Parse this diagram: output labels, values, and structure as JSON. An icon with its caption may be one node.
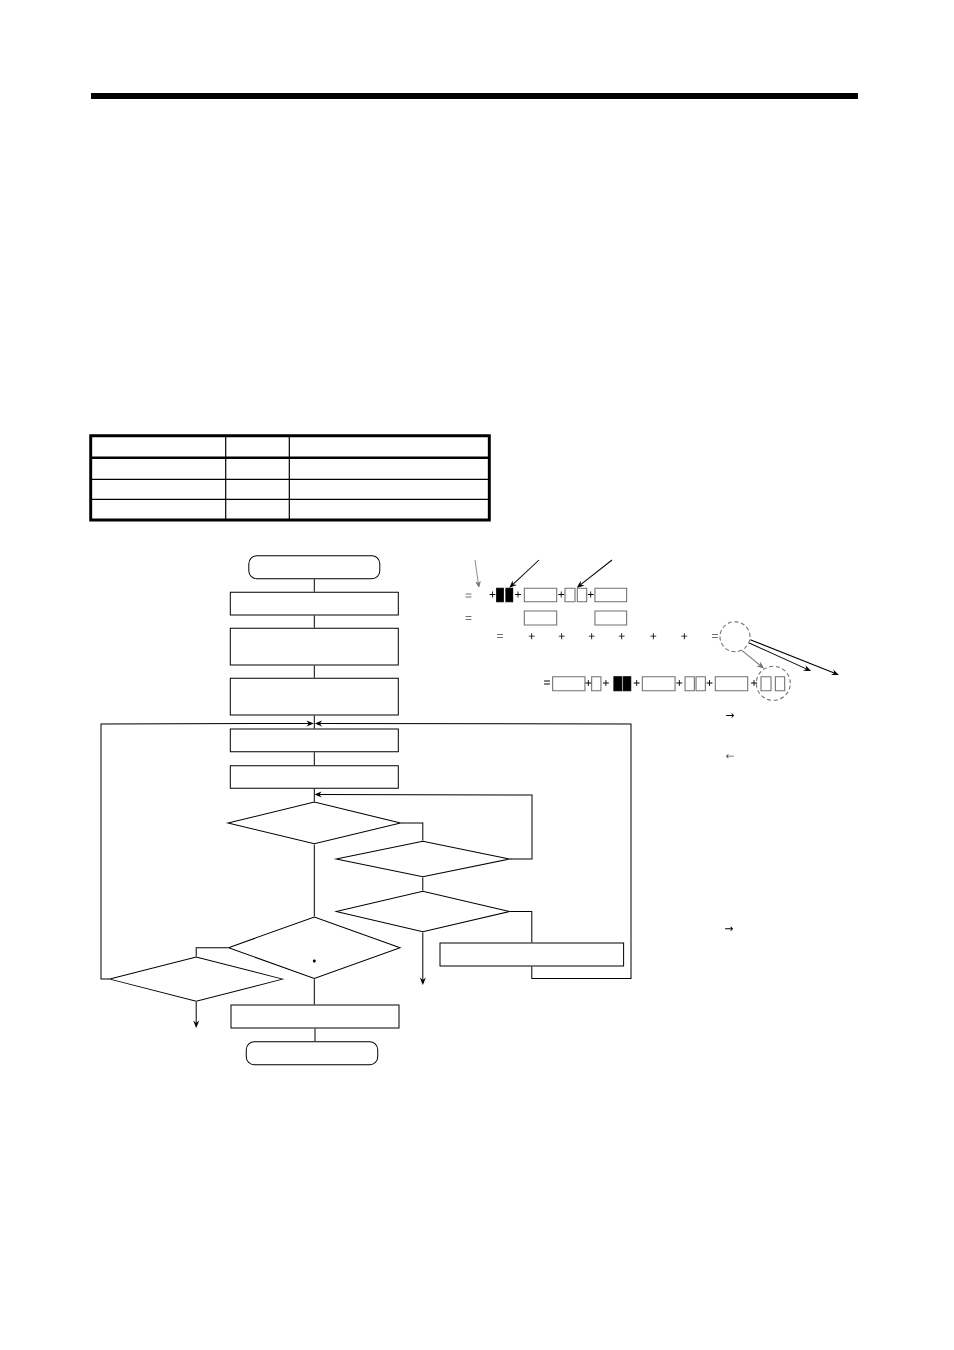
{
  "diagram": {
    "nodes": [
      {
        "text": [],
        "shape": "pill"
      },
      {
        "text": [],
        "shape": "box"
      },
      {
        "text": [],
        "shape": "box"
      },
      {
        "text": [],
        "shape": "box"
      },
      {
        "text": [],
        "shape": "box"
      },
      {
        "text": [],
        "shape": "box"
      },
      {
        "text": [],
        "shape": "diamond"
      },
      {
        "text": [],
        "shape": "diamond"
      },
      {
        "text": [],
        "shape": "diamond"
      },
      {
        "text": [],
        "shape": "diamond"
      },
      {
        "text": [],
        "shape": "diamond"
      },
      {
        "text": [],
        "shape": "box"
      },
      {
        "text": [],
        "shape": "box"
      },
      {
        "text": [],
        "shape": "pill"
      },
      {
        "text": [],
        "shape": "bar"
      },
      {
        "text": [],
        "shape": "bar"
      },
      {
        "text": [],
        "shape": "box"
      },
      {
        "text": [],
        "shape": "box"
      },
      {
        "text": [],
        "shape": "box"
      },
      {
        "text": [],
        "shape": "box"
      },
      {
        "text": [],
        "shape": "box"
      },
      {
        "text": [],
        "shape": "box"
      },
      {
        "text": [],
        "shape": "circle"
      },
      {
        "text": [],
        "shape": "box"
      },
      {
        "text": [],
        "shape": "box"
      },
      {
        "text": [],
        "shape": "bar"
      },
      {
        "text": [],
        "shape": "bar"
      },
      {
        "text": [],
        "shape": "box"
      },
      {
        "text": [],
        "shape": "box"
      },
      {
        "text": [],
        "shape": "box"
      },
      {
        "text": [],
        "shape": "box"
      },
      {
        "text": [],
        "shape": "circle"
      },
      {
        "text": [],
        "shape": "box",
        "in": 31
      },
      {
        "text": [],
        "shape": "box",
        "in": 31
      }
    ],
    "edges": [
      {
        "from": 0,
        "to": 1,
        "arrow": "none"
      },
      {
        "from": 1,
        "to": 2,
        "arrow": "none"
      },
      {
        "from": 2,
        "to": 3,
        "arrow": "none"
      },
      {
        "from": 3,
        "to": 4,
        "arrow": "none"
      },
      {
        "from": 4,
        "to": 5,
        "arrow": "none"
      },
      {
        "from": 5,
        "to": 6,
        "arrow": "none"
      },
      {
        "from": 6,
        "to": 7,
        "arrow": "none"
      },
      {
        "from": 7,
        "to": 6,
        "arrow": "to"
      },
      {
        "from": 7,
        "to": 8,
        "arrow": "none"
      },
      {
        "from": 8,
        "to": 11,
        "arrow": "none"
      },
      {
        "from": 8,
        "to": null,
        "arrow": "to"
      },
      {
        "from": 6,
        "to": 9,
        "arrow": "none"
      },
      {
        "from": 9,
        "to": 10,
        "arrow": "none"
      },
      {
        "from": 9,
        "to": 12,
        "arrow": "none"
      },
      {
        "from": 12,
        "to": 13,
        "arrow": "none"
      },
      {
        "from": 10,
        "to": null,
        "arrow": "to"
      },
      {
        "from": 10,
        "to": 4,
        "arrow": "to"
      },
      {
        "from": 11,
        "to": 4,
        "arrow": "to"
      },
      {
        "from": null,
        "to": 15,
        "arrow": "to"
      },
      {
        "from": null,
        "to": 18,
        "arrow": "to"
      },
      {
        "from": 22,
        "to": 31,
        "arrow": "to",
        "color": "#707070"
      },
      {
        "from": 22,
        "to": null,
        "arrow": "to"
      },
      {
        "from": 22,
        "to": null,
        "arrow": "to"
      }
    ],
    "labels": [
      "=",
      "+",
      "+",
      "+",
      "+",
      "=",
      "=",
      "+",
      "+",
      "+",
      "+",
      "+",
      "+",
      "=",
      "=",
      "+",
      "+",
      "+",
      "+",
      "+",
      "+",
      "→",
      "←",
      "→"
    ]
  }
}
